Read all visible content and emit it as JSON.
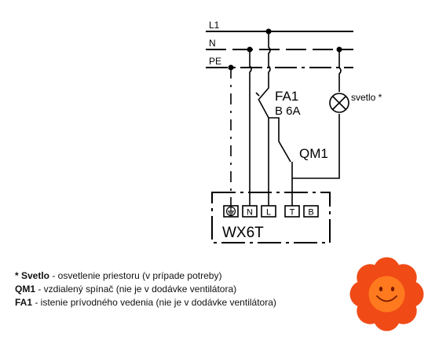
{
  "diagram": {
    "bus_l1": "L1",
    "bus_n": "N",
    "bus_pe": "PE",
    "breaker_name": "FA1",
    "breaker_rating": "B 6A",
    "lamp_label": "svetlo *",
    "switch_label": "QM1",
    "terminal_n": "N",
    "terminal_l": "L",
    "terminal_t": "T",
    "terminal_b": "B",
    "device_label": "WX6T"
  },
  "legend": [
    {
      "key": "* Svetlo",
      "text": " - osvetlenie priestoru (v prípade potreby)"
    },
    {
      "key": "QM1",
      "text": " - vzdialený spínač (nie je v dodávke ventilátora)"
    },
    {
      "key": "FA1",
      "text": " - istenie prívodného vedenia (nie je v dodávke ventilátora)"
    }
  ],
  "colors": {
    "line": "#000000",
    "flower_petal": "#f04a16",
    "flower_center": "#ff7a1e"
  },
  "icons": [
    "ground-icon",
    "lamp-icon",
    "smiley-flower-icon"
  ]
}
